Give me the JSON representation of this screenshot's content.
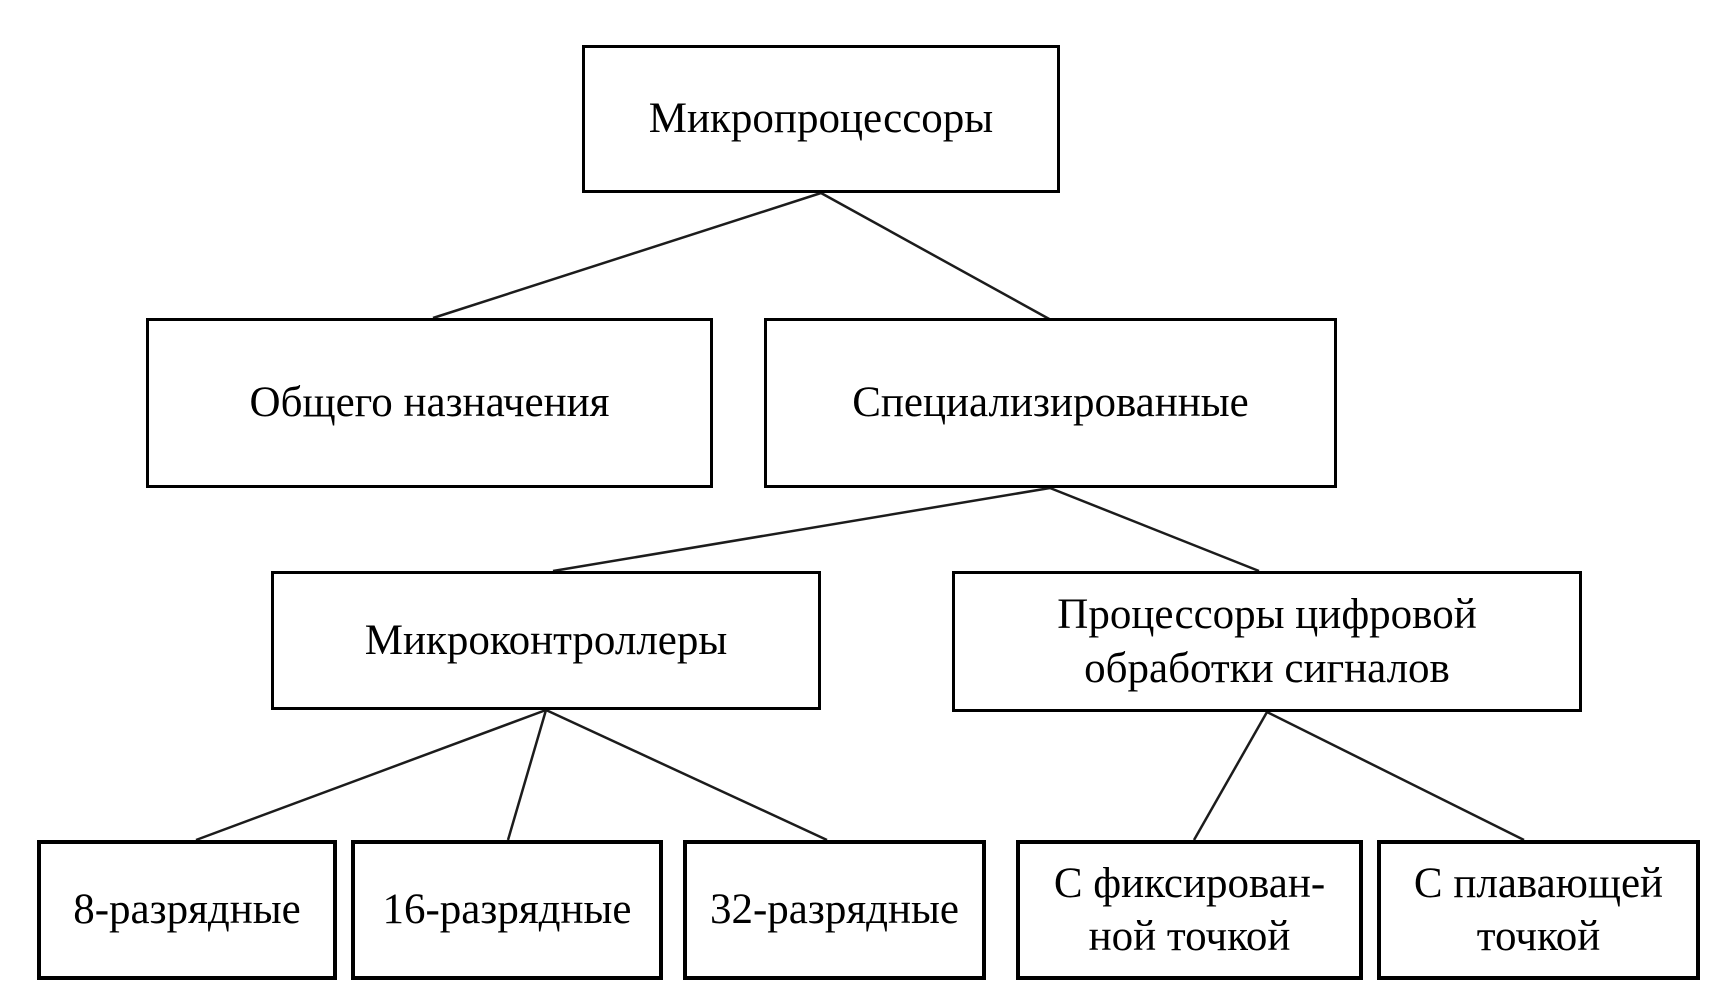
{
  "diagram": {
    "language": "ru",
    "colors": {
      "background": "#ffffff",
      "box_fill": "#ffffff",
      "box_border": "#000000",
      "text": "#000000",
      "edge_line": "#1c1c1c"
    },
    "nodes": {
      "root": {
        "label": "Микропроцессоры"
      },
      "general": {
        "label": "Общего назначения"
      },
      "specialized": {
        "label": "Специализированные"
      },
      "microcontrollers": {
        "label": "Микроконтроллеры"
      },
      "dsp": {
        "line1": "Процессоры цифровой",
        "line2": "обработки сигналов"
      },
      "bit8": {
        "label": "8-разрядные"
      },
      "bit16": {
        "label": "16-разрядные"
      },
      "bit32": {
        "label": "32-разрядные"
      },
      "fixed_point": {
        "line1": "С фиксирован-",
        "line2": "ной точкой"
      },
      "floating_point": {
        "line1": "С плавающей",
        "line2": "точкой"
      }
    },
    "edges": [
      {
        "from": "root",
        "to": "general"
      },
      {
        "from": "root",
        "to": "specialized"
      },
      {
        "from": "specialized",
        "to": "microcontrollers"
      },
      {
        "from": "specialized",
        "to": "dsp"
      },
      {
        "from": "microcontrollers",
        "to": "bit8"
      },
      {
        "from": "microcontrollers",
        "to": "bit16"
      },
      {
        "from": "microcontrollers",
        "to": "bit32"
      },
      {
        "from": "dsp",
        "to": "fixed_point"
      },
      {
        "from": "dsp",
        "to": "floating_point"
      }
    ]
  }
}
